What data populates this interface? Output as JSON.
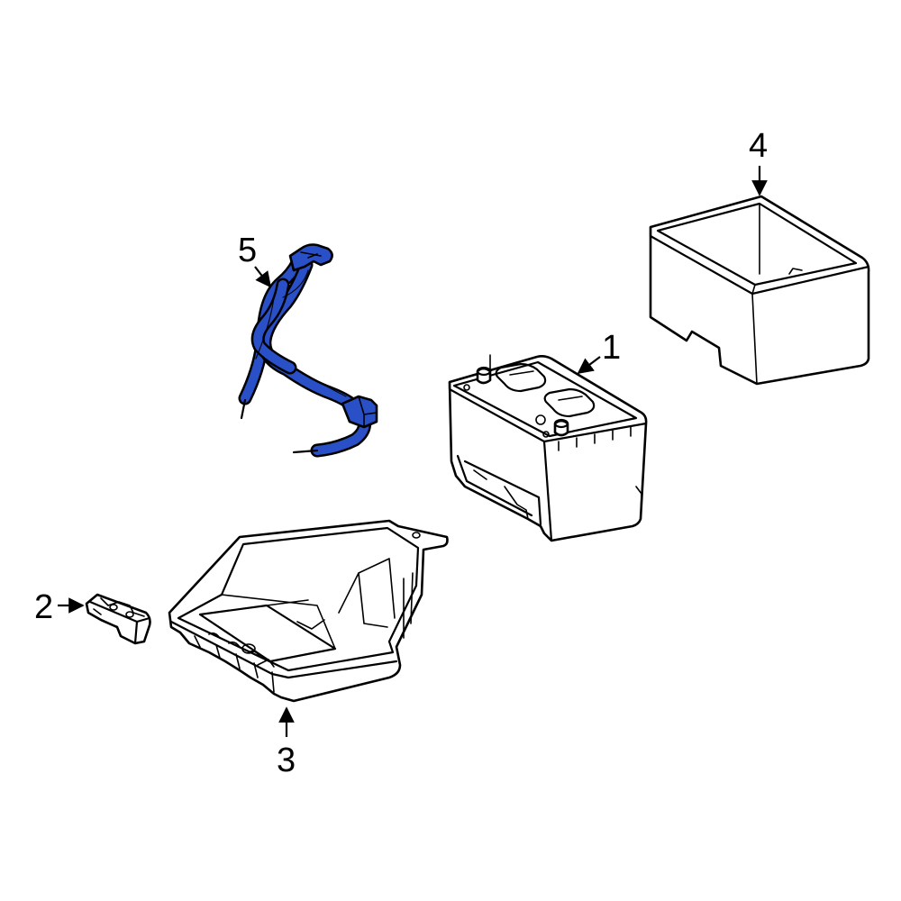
{
  "colors": {
    "highlight_part": "#2a50c8",
    "outline": "#000000",
    "background": "#ffffff"
  },
  "parts": [
    {
      "callout": "1",
      "name": "battery"
    },
    {
      "callout": "2",
      "name": "hold-down-clamp"
    },
    {
      "callout": "3",
      "name": "battery-tray"
    },
    {
      "callout": "4",
      "name": "insulator-box"
    },
    {
      "callout": "5",
      "name": "battery-cable",
      "highlighted": true
    }
  ]
}
